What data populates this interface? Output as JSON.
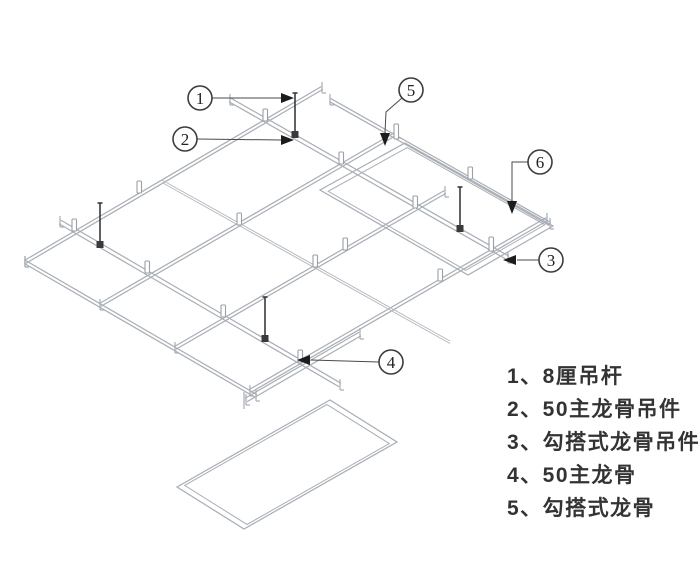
{
  "legend": {
    "items": [
      "1、8厘吊杆",
      "2、50主龙骨吊件",
      "3、勾搭式龙骨吊件",
      "4、50主龙骨",
      "5、勾搭式龙骨"
    ]
  },
  "callouts": [
    {
      "num": "1"
    },
    {
      "num": "2"
    },
    {
      "num": "3"
    },
    {
      "num": "4"
    },
    {
      "num": "5"
    },
    {
      "num": "6"
    }
  ],
  "colors": {
    "background": "#ffffff",
    "runner_line": "#a9afb6",
    "dark_line": "#3a3a3a",
    "arrow_fill": "#1c1c1c",
    "text": "#333333"
  }
}
